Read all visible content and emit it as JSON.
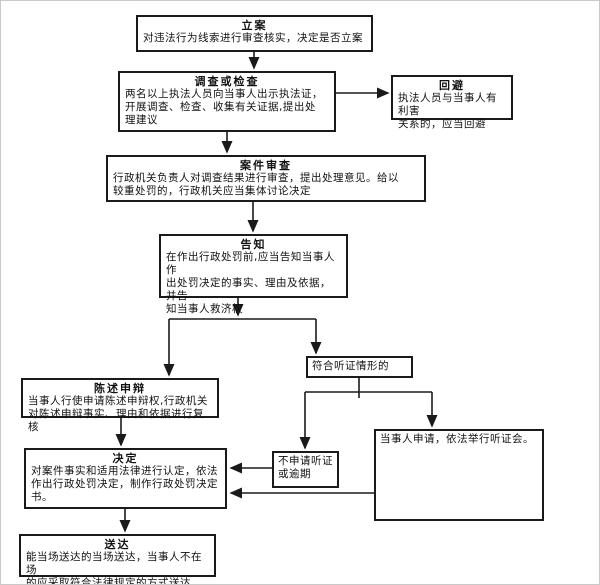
{
  "colors": {
    "line": "#1a1a1a",
    "box_border": "#1a1a1a",
    "background": "#ffffff"
  },
  "nodes": {
    "li_an": {
      "title": "立案",
      "body": "对违法行为线索进行审查核实，决定是否立案"
    },
    "diaocha": {
      "title": "调查或检查",
      "body": "两名以上执法人员向当事人出示执法证，\n开展调查、检查、收集有关证据,提出处\n理建议"
    },
    "huibi": {
      "title": "回避",
      "body": "执法人员与当事人有利害\n关系的，应当回避"
    },
    "anjian": {
      "title": "案件审查",
      "body": "行政机关负责人对调查结果进行审查，提出处理意见。给以\n较重处罚的，行政机关应当集体讨论决定"
    },
    "gaozhi": {
      "title": "告知",
      "body": "在作出行政处罚前,应当告知当事人作\n出处罚决定的事实、理由及依据，并告\n知当事人救济权"
    },
    "chenshu": {
      "title": "陈述申辩",
      "body": "当事人行使申请陈述申辩权,行政机关\n对陈述申辩事实、理由和依据进行复核"
    },
    "fuhe": {
      "label": "符合听证情形的"
    },
    "bushenqing": {
      "label": "不申请听证\n或逾期"
    },
    "tingzheng": {
      "label": "当事人申请，依法举行听证会。"
    },
    "jueding": {
      "title": "决定",
      "body": "对案件事实和适用法律进行认定，依法\n作出行政处罚决定，制作行政处罚决定\n书。"
    },
    "songda": {
      "title": "送达",
      "body": "能当场送达的当场送达，当事人不在场\n的应采取符合法律规定的方式送达"
    }
  }
}
